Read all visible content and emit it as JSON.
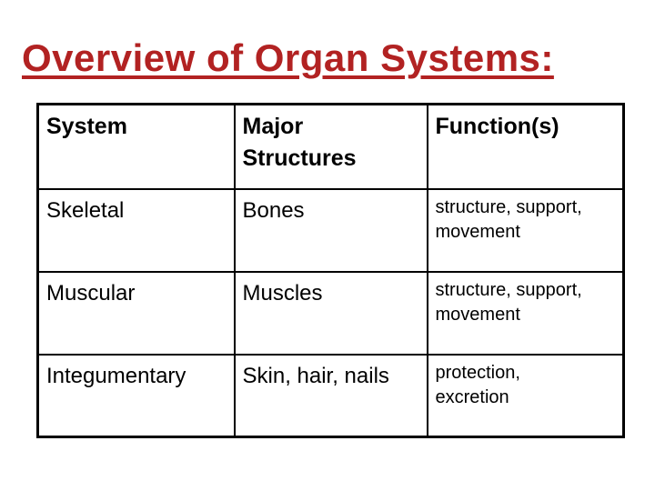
{
  "slide": {
    "title": "Overview of Organ Systems:",
    "title_color": "#b22222"
  },
  "table": {
    "headers": {
      "system": "System",
      "structures": "Major\nStructures",
      "functions": "Function(s)"
    },
    "rows": [
      {
        "system": "Skeletal",
        "structures": "Bones",
        "functions": "structure, support,\nmovement"
      },
      {
        "system": "Muscular",
        "structures": "Muscles",
        "functions": "structure, support,\nmovement"
      },
      {
        "system": "Integumentary",
        "structures": "Skin, hair, nails",
        "functions": "protection,\nexcretion"
      }
    ]
  }
}
